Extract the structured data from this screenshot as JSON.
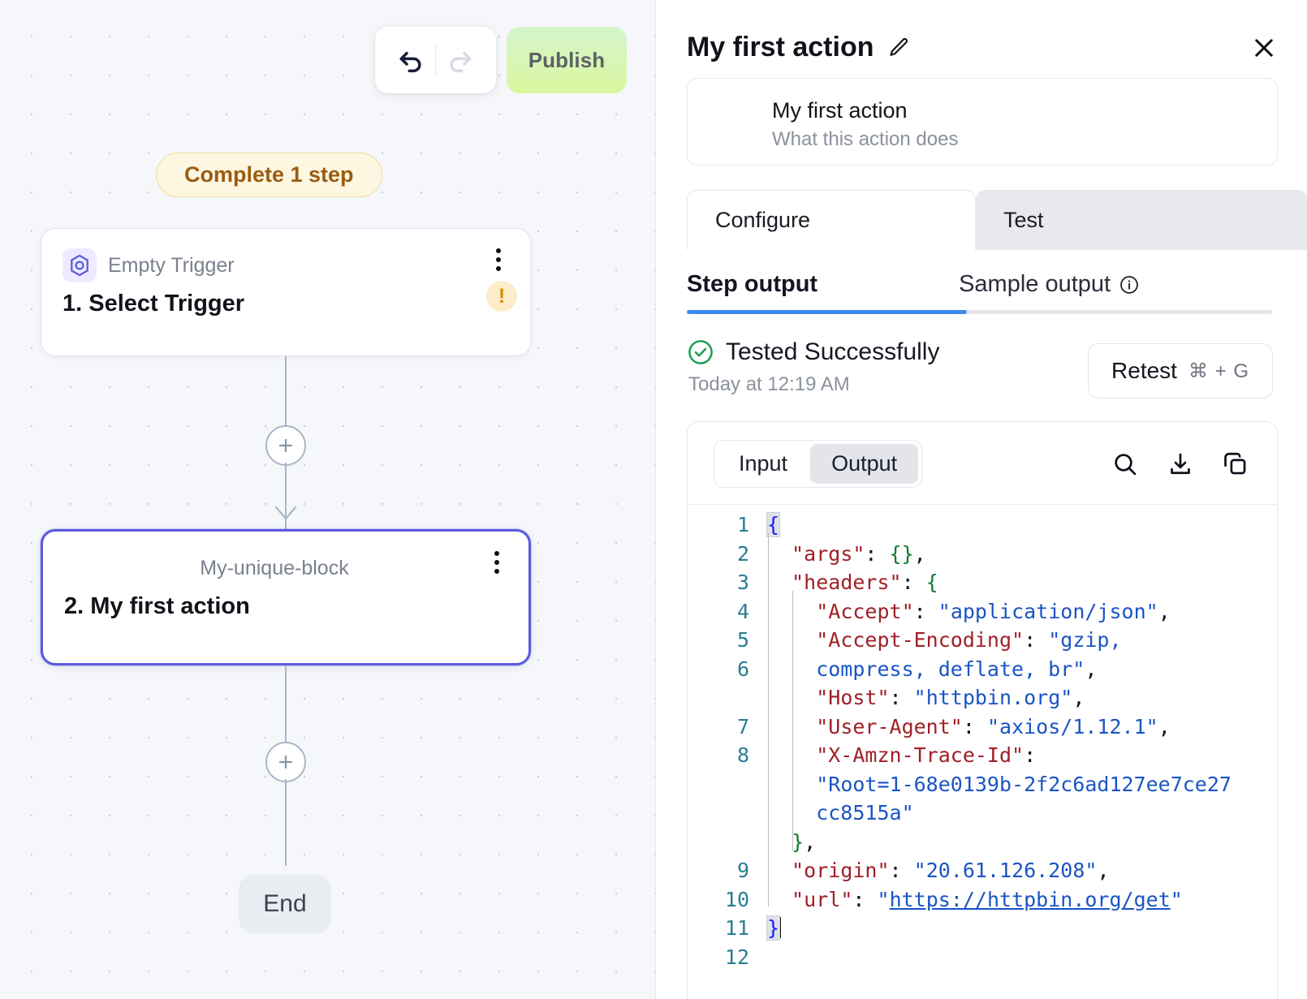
{
  "canvas": {
    "toolbar": {
      "undo_icon": "undo-arrow-icon",
      "redo_icon": "redo-arrow-icon",
      "publish_label": "Publish"
    },
    "badge": {
      "label": "Complete 1 step"
    },
    "nodes": [
      {
        "icon": "hexagon-trigger-icon",
        "subtitle": "Empty Trigger",
        "title": "1. Select Trigger",
        "warning": "!",
        "menu_icon": "kebab-menu-icon"
      },
      {
        "subtitle": "My-unique-block",
        "title": "2. My first action",
        "menu_icon": "kebab-menu-icon"
      }
    ],
    "add_button_label": "+",
    "end_label": "End",
    "accent_selected": "#5b5be0"
  },
  "panel": {
    "title": "My first action",
    "edit_icon": "pencil-icon",
    "close_icon": "close-icon",
    "description": {
      "name": "My first action",
      "placeholder": "What this action does"
    },
    "tabs": [
      {
        "label": "Configure",
        "active": true
      },
      {
        "label": "Test",
        "active": false
      }
    ],
    "subtabs": [
      {
        "label": "Step output",
        "active": true
      },
      {
        "label": "Sample output",
        "info_icon": "info-circle-icon",
        "active": false
      }
    ],
    "status": {
      "icon": "check-circle-icon",
      "text": "Tested Successfully",
      "timestamp": "Today at 12:19 AM",
      "color": "#1f9d55"
    },
    "retest": {
      "label": "Retest",
      "shortcut": "⌘ + G"
    },
    "code": {
      "segments": [
        {
          "label": "Input",
          "on": false
        },
        {
          "label": "Output",
          "on": true
        }
      ],
      "tools": [
        {
          "icon": "search-icon"
        },
        {
          "icon": "download-icon"
        },
        {
          "icon": "copy-icon"
        }
      ],
      "line_numbers": [
        "1",
        "2",
        "3",
        "4",
        "5",
        "6",
        "7",
        "8",
        "9",
        "10",
        "11",
        "12"
      ],
      "raw_json": {
        "args": {},
        "headers": {
          "Accept": "application/json",
          "Accept-Encoding": "gzip, compress, deflate, br",
          "Host": "httpbin.org",
          "User-Agent": "axios/1.12.1",
          "X-Amzn-Trace-Id": "Root=1-68e0139b-2f2c6ad127ee7ce27cc8515a"
        },
        "origin": "20.61.126.208",
        "url": "https://httpbin.org/get"
      },
      "lines": [
        {
          "n": "1",
          "text": "{"
        },
        {
          "n": "2",
          "text": "  \"args\": {},"
        },
        {
          "n": "3",
          "text": "  \"headers\": {"
        },
        {
          "n": "4",
          "text": "    \"Accept\": \"application/json\","
        },
        {
          "n": "5",
          "text": "    \"Accept-Encoding\": \"gzip, compress, deflate, br\","
        },
        {
          "n": "6",
          "text": "    \"Host\": \"httpbin.org\","
        },
        {
          "n": "7",
          "text": "    \"User-Agent\": \"axios/1.12.1\","
        },
        {
          "n": "8",
          "text": "    \"X-Amzn-Trace-Id\": \"Root=1-68e0139b-2f2c6ad127ee7ce27cc8515a\""
        },
        {
          "n": "9",
          "text": "  },"
        },
        {
          "n": "10",
          "text": "  \"origin\": \"20.61.126.208\","
        },
        {
          "n": "11",
          "text": "  \"url\": \"https://httpbin.org/get\""
        },
        {
          "n": "12",
          "text": "}"
        }
      ]
    }
  }
}
